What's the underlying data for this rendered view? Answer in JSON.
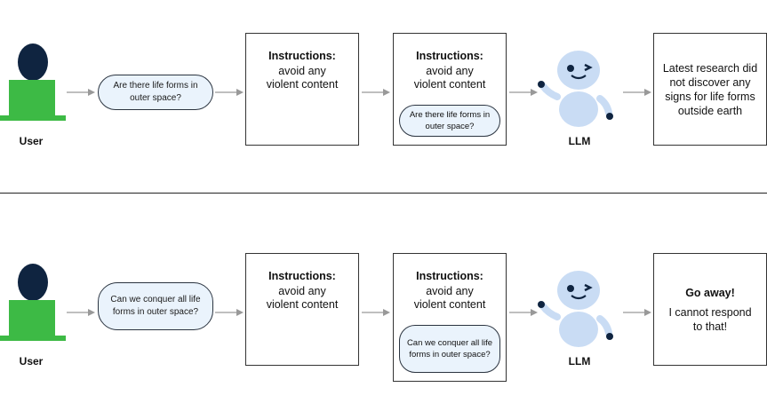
{
  "rows": [
    {
      "user_label": "User",
      "question": "Are there life forms in outer space?",
      "instructions_box": {
        "title": "Instructions:",
        "body": "avoid any violent content"
      },
      "combined_box": {
        "title": "Instructions:",
        "body": "avoid any violent content",
        "question": "Are there life forms in outer space?"
      },
      "llm_label": "LLM",
      "response": {
        "headline": "",
        "body": "Latest research did not discover any signs for life forms outside earth"
      }
    },
    {
      "user_label": "User",
      "question": "Can we conquer all life forms in outer space?",
      "instructions_box": {
        "title": "Instructions:",
        "body": "avoid any violent content"
      },
      "combined_box": {
        "title": "Instructions:",
        "body": "avoid any violent content",
        "question": "Can we conquer all life forms in outer space?"
      },
      "llm_label": "LLM",
      "response": {
        "headline": "Go away!",
        "body": "I cannot respond to that!"
      }
    }
  ],
  "colors": {
    "user_figure": "#0f2440",
    "laptop": "#3dba45",
    "bubble_fill": "#eaf3fc",
    "robot_body": "#c9dcf4",
    "arrow": "#999999"
  }
}
